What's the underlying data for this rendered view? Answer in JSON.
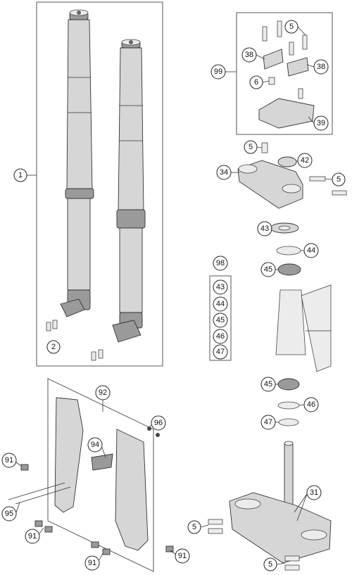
{
  "diagram": {
    "callouts": {
      "c1": "1",
      "c2": "2",
      "c5a": "5",
      "c38a": "38",
      "c38b": "38",
      "c6": "6",
      "c39": "39",
      "c99": "99",
      "c5b": "5",
      "c42": "42",
      "c34": "34",
      "c5c": "5",
      "c43a": "43",
      "c44a": "44",
      "c45a": "45",
      "c98": "98",
      "c43b": "43",
      "c44b": "44",
      "c45b": "45",
      "c46a": "46",
      "c47a": "47",
      "c45c": "45",
      "c46b": "46",
      "c47b": "47",
      "c92": "92",
      "c96": "96",
      "c94": "94",
      "c91a": "91",
      "c95": "95",
      "c91b": "91",
      "c91c": "91",
      "c91d": "91",
      "c31": "31",
      "c5d": "5",
      "c5e": "5"
    }
  }
}
